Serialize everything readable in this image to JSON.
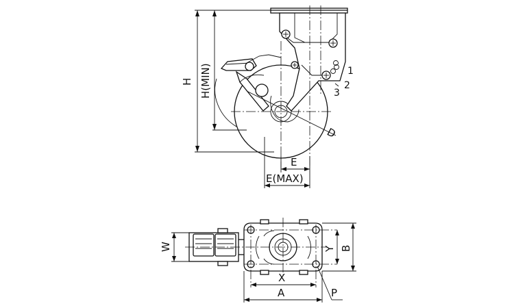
{
  "labels": {
    "H": "H",
    "H_min": "H(MIN)",
    "D": "D",
    "E": "E",
    "E_max": "E(MAX)",
    "W": "W",
    "Y": "Y",
    "B": "B",
    "X": "X",
    "A": "A",
    "P": "P"
  },
  "brake_positions": [
    "1",
    "2",
    "3"
  ]
}
